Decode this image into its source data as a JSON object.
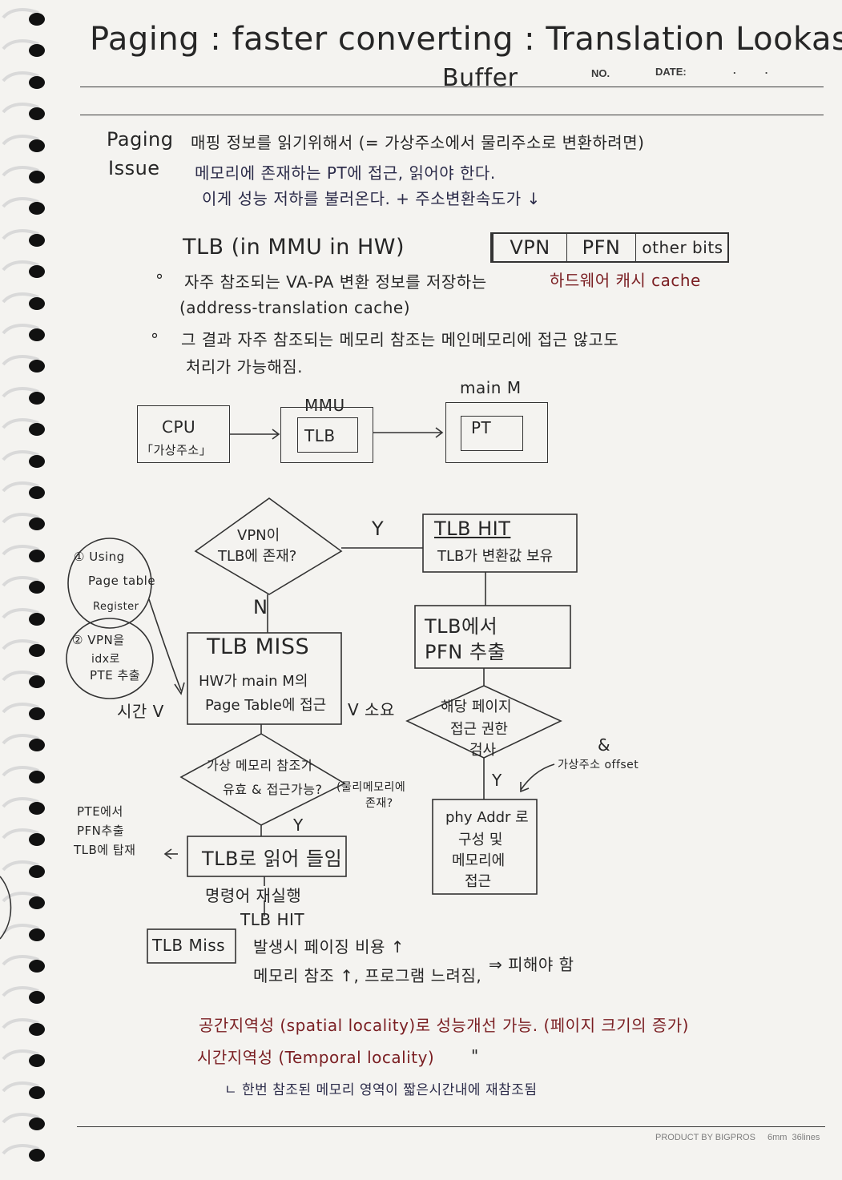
{
  "header": {
    "title_line1": "Paging : faster converting : Translation Lookaside",
    "title_line2": "Buffer",
    "no_label": "NO.",
    "date_label": "DATE:",
    "date_dots": ".          ."
  },
  "issue": {
    "label_line1": "Paging",
    "label_line2": "Issue",
    "line1": "매핑 정보를 읽기위해서 (= 가상주소에서 물리주소로 변환하려면)",
    "line2": "메모리에 존재하는 PT에 접근, 읽어야 한다.",
    "line3": "이게 성능 저하를 불러온다. + 주소변환속도가 ↓"
  },
  "tlb": {
    "heading": "TLB (in MMU in HW)",
    "entry_cells": [
      "VPN",
      "PFN",
      "other bits"
    ],
    "bullet1_black": "자주 참조되는 VA-PA 변환 정보를 저장하는",
    "bullet1_red": "하드웨어 캐시 cache",
    "bullet1_line2": "(address-translation cache)",
    "bullet2_line1": "그 결과 자주 참조되는 메모리 참조는 메인메모리에 접근 않고도",
    "bullet2_line2": "처리가 가능해짐."
  },
  "architecture": {
    "cpu_label": "CPU",
    "cpu_sub": "「가상주소」",
    "mmu_label": "MMU",
    "tlb_label": "TLB",
    "main_label": "main M",
    "pt_label": "PT"
  },
  "flow": {
    "decision_line1": "VPN이",
    "decision_line2": "TLB에 존재?",
    "yes_label": "Y",
    "no_label": "N",
    "hit_title": "TLB HIT",
    "hit_desc": "TLB가 변환값 보유",
    "extract_line1": "TLB에서",
    "extract_line2": "PFN 추출",
    "check_line1": "해당 페이지",
    "check_line2": "접근 권한",
    "check_line3": "검사",
    "check_yes": "Y",
    "offset_amp": "&",
    "offset_label": "가상주소 offset",
    "phys_line1": "phy Addr 로",
    "phys_line2": "구성 및",
    "phys_line3": "메모리에",
    "phys_line4": "접근",
    "miss_title": "TLB MISS",
    "miss_line1": "HW가 main M의",
    "miss_line2": "Page Table에 접근",
    "time_label": "시간 V",
    "cost_label": "V 소요",
    "valid_line1": "가상 메모리 참조가",
    "valid_line2": "유효 & 접근가능?",
    "valid_note_line1": "(물리메모리에",
    "valid_note_line2": "존재?",
    "valid_yes": "Y",
    "load_label": "TLB로 읽어 들임",
    "pte_line1": "PTE에서",
    "pte_line2": "PFN추출",
    "pte_line3": "TLB에 탑재",
    "retry_label": "명령어 재실행",
    "retry_hit": "TLB HIT",
    "circle1_line1": "① Using",
    "circle1_line2": "Page table",
    "circle1_line3": "Register",
    "circle2_line1": "② VPN을",
    "circle2_line2": "idx로",
    "circle2_line3": "PTE 추출"
  },
  "miss_note": {
    "boxed": "TLB Miss",
    "line1": "발생시 페이징 비용 ↑",
    "line2": "메모리 참조 ↑, 프로그램 느려짐,",
    "conclusion": "⇒ 피해야 함"
  },
  "locality": {
    "line1": "공간지역성 (spatial locality)로 성능개선 가능. (페이지 크기의 증가)",
    "line2": "시간지역성 (Temporal locality)",
    "ditto": "\"",
    "line3": "ㄴ 한번 참조된 메모리 영역이 짧은시간내에 재참조됨"
  },
  "footer": {
    "brand": "PRODUCT BY BIGPROS",
    "spec": "6mm  36lines"
  }
}
